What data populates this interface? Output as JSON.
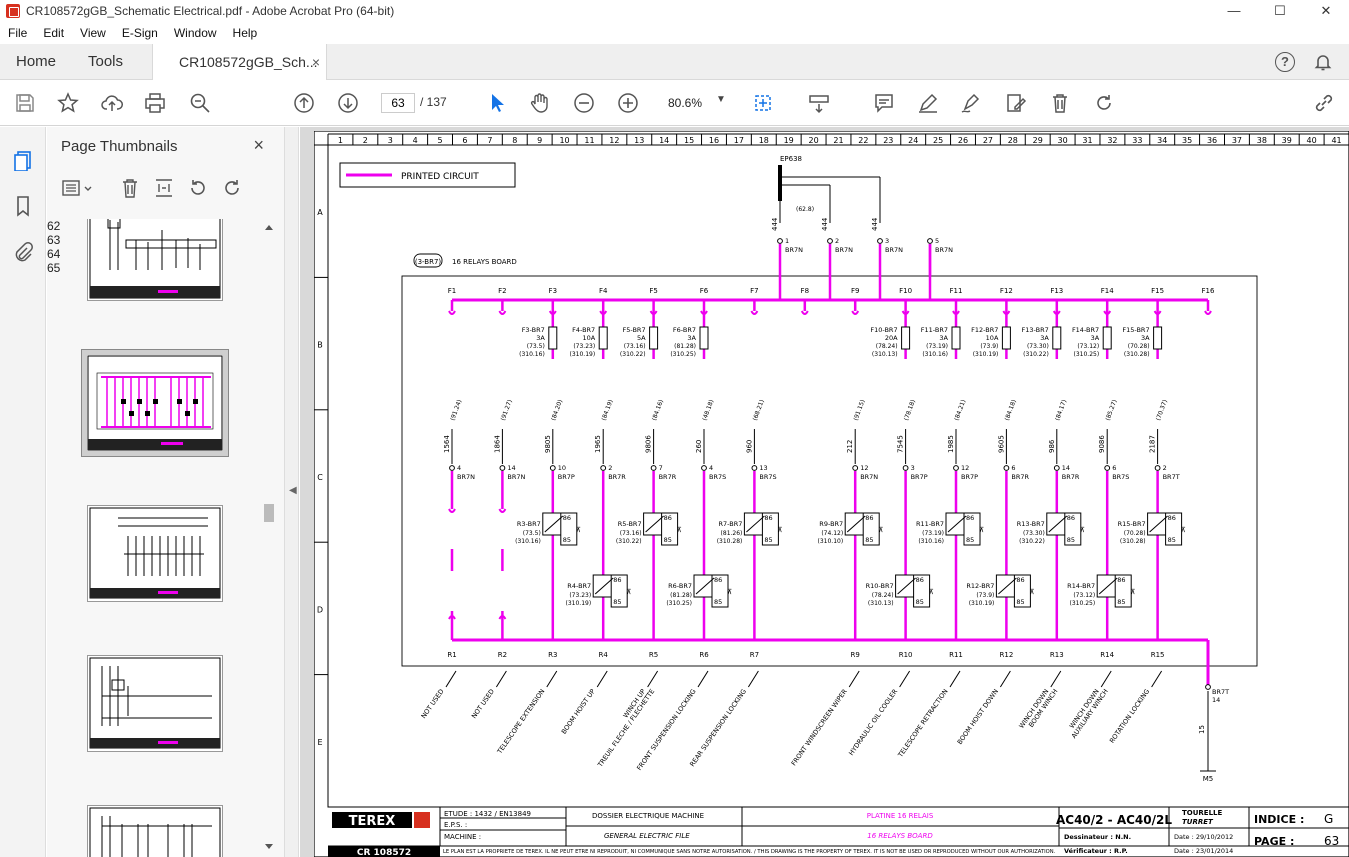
{
  "window": {
    "title": "CR108572gGB_Schematic Electrical.pdf - Adobe Acrobat Pro (64-bit)",
    "controls": [
      "—",
      "☐",
      "✕"
    ]
  },
  "menu": [
    "File",
    "Edit",
    "View",
    "E-Sign",
    "Window",
    "Help"
  ],
  "tabs": {
    "home": "Home",
    "tools": "Tools",
    "doc": "CR108572gGB_Sch...",
    "close": "×"
  },
  "toolbar": {
    "page_current": "63",
    "page_total": "/ 137",
    "zoom": "80.6%"
  },
  "panel": {
    "title": "Page Thumbnails",
    "close": "×",
    "thumbs": [
      {
        "label": "62"
      },
      {
        "label": "63"
      },
      {
        "label": "64"
      },
      {
        "label": "65"
      }
    ]
  },
  "schematic": {
    "columns": [
      "1",
      "2",
      "3",
      "4",
      "5",
      "6",
      "7",
      "8",
      "9",
      "10",
      "11",
      "12",
      "13",
      "14",
      "15",
      "16",
      "17",
      "18",
      "19",
      "20",
      "21",
      "22",
      "23",
      "24",
      "25",
      "26",
      "27",
      "28",
      "29",
      "30",
      "31",
      "32",
      "33",
      "34",
      "35",
      "36",
      "37",
      "38",
      "39",
      "40",
      "41"
    ],
    "rows": [
      "A",
      "B",
      "C",
      "D",
      "E"
    ],
    "legend": "PRINTED CIRCUIT",
    "board_tag": "(3-BR7)",
    "board_label": "16 RELAYS BOARD",
    "ep": "EP638",
    "ep_ref": "(62.8)",
    "top_wires": [
      {
        "wire": "444",
        "pin": "1",
        "conn": "BR7N"
      },
      {
        "wire": "444",
        "pin": "2",
        "conn": "BR7N"
      },
      {
        "wire": "444",
        "pin": "3",
        "conn": "BR7N"
      },
      {
        "wire": "",
        "pin": "5",
        "conn": "BR7N"
      }
    ],
    "fuses": [
      "F1",
      "F2",
      "F3",
      "F4",
      "F5",
      "F6",
      "F7",
      "F8",
      "F9",
      "F10",
      "F11",
      "F12",
      "F13",
      "F14",
      "F15",
      "F16"
    ],
    "fuse_data": [
      {
        "name": "F3-BR7",
        "amp": "3A",
        "r1": "(73.5)",
        "r2": "(310.16)"
      },
      {
        "name": "F4-BR7",
        "amp": "10A",
        "r1": "(73.23)",
        "r2": "(310.19)"
      },
      {
        "name": "F5-BR7",
        "amp": "5A",
        "r1": "(73.16)",
        "r2": "(310.22)"
      },
      {
        "name": "F6-BR7",
        "amp": "3A",
        "r1": "(81.28)",
        "r2": "(310.25)"
      },
      {
        "name": "F10-BR7",
        "amp": "20A",
        "r1": "(78.24)",
        "r2": "(310.13)"
      },
      {
        "name": "F11-BR7",
        "amp": "3A",
        "r1": "(73.19)",
        "r2": "(310.16)"
      },
      {
        "name": "F12-BR7",
        "amp": "10A",
        "r1": "(73.9)",
        "r2": "(310.19)"
      },
      {
        "name": "F13-BR7",
        "amp": "3A",
        "r1": "(73.30)",
        "r2": "(310.22)"
      },
      {
        "name": "F14-BR7",
        "amp": "3A",
        "r1": "(73.12)",
        "r2": "(310.25)"
      },
      {
        "name": "F15-BR7",
        "amp": "3A",
        "r1": "(70.28)",
        "r2": "(310.28)"
      }
    ],
    "outputs": [
      {
        "ref": "(91.24)",
        "wire": "1564",
        "pin": "4",
        "conn": "BR7N"
      },
      {
        "ref": "(91.27)",
        "wire": "1864",
        "pin": "14",
        "conn": "BR7N"
      },
      {
        "ref": "(84.20)",
        "wire": "9805",
        "pin": "10",
        "conn": "BR7P"
      },
      {
        "ref": "(84.19)",
        "wire": "1965",
        "pin": "2",
        "conn": "BR7R"
      },
      {
        "ref": "(84.16)",
        "wire": "9806",
        "pin": "7",
        "conn": "BR7R"
      },
      {
        "ref": "(48.18)",
        "wire": "260",
        "pin": "4",
        "conn": "BR7S"
      },
      {
        "ref": "(68.21)",
        "wire": "960",
        "pin": "13",
        "conn": "BR7S"
      },
      {
        "ref": "(91.15)",
        "wire": "212",
        "pin": "12",
        "conn": "BR7N"
      },
      {
        "ref": "(78.18)",
        "wire": "7545",
        "pin": "3",
        "conn": "BR7P"
      },
      {
        "ref": "(84.21)",
        "wire": "1985",
        "pin": "12",
        "conn": "BR7P"
      },
      {
        "ref": "(84.18)",
        "wire": "9605",
        "pin": "6",
        "conn": "BR7R"
      },
      {
        "ref": "(84.17)",
        "wire": "986",
        "pin": "14",
        "conn": "BR7R"
      },
      {
        "ref": "(85.27)",
        "wire": "9086",
        "pin": "6",
        "conn": "BR7S"
      },
      {
        "ref": "(70.37)",
        "wire": "2187",
        "pin": "2",
        "conn": "BR7T"
      }
    ],
    "relays_upper": [
      {
        "name": "R3-BR7",
        "r1": "(73.5)",
        "r2": "(310.16)"
      },
      {
        "name": "R5-BR7",
        "r1": "(73.16)",
        "r2": "(310.22)"
      },
      {
        "name": "R7-BR7",
        "r1": "(81.26)",
        "r2": "(310.28)"
      },
      {
        "name": "R9-BR7",
        "r1": "(74.12)",
        "r2": "(310.10)"
      },
      {
        "name": "R11-BR7",
        "r1": "(73.19)",
        "r2": "(310.16)"
      },
      {
        "name": "R13-BR7",
        "r1": "(73.30)",
        "r2": "(310.22)"
      },
      {
        "name": "R15-BR7",
        "r1": "(70.28)",
        "r2": "(310.28)"
      }
    ],
    "relays_lower": [
      {
        "name": "R4-BR7",
        "r1": "(73.23)",
        "r2": "(310.19)"
      },
      {
        "name": "R6-BR7",
        "r1": "(81.28)",
        "r2": "(310.25)"
      },
      {
        "name": "R10-BR7",
        "r1": "(78.24)",
        "r2": "(310.13)"
      },
      {
        "name": "R12-BR7",
        "r1": "(73.9)",
        "r2": "(310.19)"
      },
      {
        "name": "R14-BR7",
        "r1": "(73.12)",
        "r2": "(310.25)"
      }
    ],
    "relay_pins": {
      "a": "86",
      "b": "85"
    },
    "relay_labels": [
      "R1",
      "R2",
      "R3",
      "R4",
      "R5",
      "R6",
      "R7",
      "R9",
      "R10",
      "R11",
      "R12",
      "R13",
      "R14",
      "R15"
    ],
    "functions": [
      "NOT USED",
      "NOT USED",
      "TELESCOPE EXTENSION",
      "BOOM HOIST UP",
      "WINCH UP\nTREUIL FLECHE / FLECHETTE",
      "FRONT SUSPENSION LOCKING",
      "REAR SUSPENSION LOCKING",
      "FRONT WINDSCREEN WIPER",
      "HYDRAULIC OIL COOLER",
      "TELESCOPE RETRACTION",
      "BOOM HOIST DOWN",
      "WINCH DOWN\nBOOM WINCH",
      "WINCH DOWN\nAUXILIARY WINCH",
      "ROTATION LOCKING"
    ],
    "ground": {
      "conn": "BR7T",
      "pin": "14",
      "wire": "15",
      "ref": "M5"
    },
    "titleblock": {
      "brand": "TEREX",
      "code": "CR 108572",
      "etude": "ETUDE :   1432 / EN13849",
      "eps": "E.P.S. :",
      "machine": "MACHINE :",
      "dossier_fr": "DOSSIER ELECTRIQUE MACHINE",
      "dossier_en": "GENERAL ELECTRIC FILE",
      "platine_fr": "PLATINE 16 RELAIS",
      "platine_en": "16 RELAYS BOARD",
      "model": "AC40/2 - AC40/2L",
      "tourelle": "TOURELLE",
      "turret": "TURRET",
      "dessinateur": "Dessinateur :  N.N.",
      "verificateur": "Vérificateur :  R.P.",
      "date1": "Date :  29/10/2012",
      "date2": "Date :  23/01/2014",
      "indice_label": "INDICE :",
      "indice": "G",
      "page_label": "PAGE :",
      "page": "63",
      "notice": "LE PLAN EST LA PROPRIETE DE TEREX. IL NE PEUT ETRE NI REPRODUIT, NI COMMUNIQUE SANS NOTRE AUTORISATION. / THIS DRAWING IS THE PROPERTY OF TEREX. IT IS NOT BE USED OR REPRODUCED WITHOUT OUR AUTHORIZATION."
    }
  },
  "colors": {
    "magenta": "#ee00ee",
    "pdf_red": "#d7301f",
    "acrobat_blue": "#1473e6"
  }
}
